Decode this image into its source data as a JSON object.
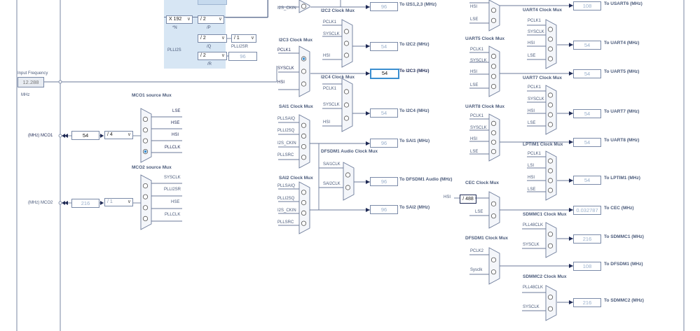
{
  "input_frequency": {
    "label": "Input Frequency",
    "value": "12.288",
    "unit": "MHz"
  },
  "plli2s": {
    "label": "PLLI2S",
    "n_value": "X 192",
    "n_label": "*N",
    "p_value": "/ 2",
    "p_label": "/P",
    "q_value": "/ 2",
    "q_label": "/Q",
    "r_value": "/ 2",
    "r_label": "/R",
    "i2sr_div": "/ 1",
    "i2sr_label": "PLLI2SR",
    "r_out": "96"
  },
  "i2s_top": {
    "input": "I2S_CKIN",
    "value": "96",
    "output": "To I2S1,2,3 (MHz)"
  },
  "i2c2": {
    "title": "I2C2 Clock Mux",
    "inputs": [
      "PCLK1",
      "SYSCLK",
      "HSI"
    ],
    "value": "54",
    "output": "To I2C2 (MHz)"
  },
  "i2c3": {
    "title": "I2C3 Clock Mux",
    "inputs": [
      "PCLK1",
      "SYSCLK",
      "HSI"
    ],
    "value": "54",
    "output": "To I2C3 (MHz)"
  },
  "i2c4": {
    "title": "I2C4 Clock Mux",
    "inputs": [
      "PCLK1",
      "SYSCLK",
      "HSI"
    ],
    "value": "54",
    "output": "To I2C4 (MHz)"
  },
  "sai1": {
    "title": "SAI1 Clock Mux",
    "inputs": [
      "PLLSAIQ",
      "PLLI2SQ",
      "I2S_CKIN",
      "PLLSRC"
    ],
    "value": "96",
    "output": "To SAI1 (MHz)"
  },
  "dfsdm1_audio": {
    "title": "DFSDM1 Audio Clock Mux",
    "inputs": [
      "SAI1CLK",
      "SAI2CLK"
    ],
    "value": "96",
    "output": "To DFSDM1 Audio (MHz)"
  },
  "sai2": {
    "title": "SAI2 Clock Mux",
    "inputs": [
      "PLLSAIQ",
      "PLLI2SQ",
      "I2S_CKIN",
      "PLLSRC"
    ],
    "value": "96",
    "output": "To SAI2 (MHz)"
  },
  "mco1": {
    "title": "MCO1 source Mux",
    "inputs": [
      "LSE",
      "HSE",
      "HSI",
      "PLLCLK"
    ],
    "pin": "(MHz) MCO1",
    "value": "54",
    "div": "/ 4"
  },
  "mco2": {
    "title": "MCO2 source Mux",
    "inputs": [
      "SYSCLK",
      "PLLI2SR",
      "HSE",
      "PLLCLK"
    ],
    "pin": "(MHz) MCO2",
    "value": "216",
    "div": "/ 1"
  },
  "usart6": {
    "inputs": [
      "HSI",
      "LSE"
    ],
    "value": "108",
    "output": "To USART6 (MHz)"
  },
  "uart4": {
    "title": "UART4 Clock Mux",
    "inputs": [
      "PCLK1",
      "SYSCLK",
      "HSI",
      "LSE"
    ],
    "value": "54",
    "output": "To UART4 (MHz)"
  },
  "uart5": {
    "title": "UART5 Clock Mux",
    "inputs": [
      "PCLK1",
      "SYSCLK",
      "HSI",
      "LSE"
    ],
    "value": "54",
    "output": "To UART5 (MHz)"
  },
  "uart7": {
    "title": "UART7 Clock Mux",
    "inputs": [
      "PCLK1",
      "SYSCLK",
      "HSI",
      "LSE"
    ],
    "value": "54",
    "output": "To UART7 (MHz)"
  },
  "uart8": {
    "title": "UART8 Clock Mux",
    "inputs": [
      "PCLK1",
      "SYSCLK",
      "HSI",
      "LSE"
    ],
    "value": "54",
    "output": "To UART8 (MHz)"
  },
  "lptim1": {
    "title": "LPTIM1 Clock Mux",
    "inputs": [
      "PCLK1",
      "LSI",
      "HSI",
      "LSE"
    ],
    "value": "54",
    "output": "To LPTIM1 (MHz)"
  },
  "cec": {
    "title": "CEC Clock Mux",
    "hsi": "HSI",
    "div": "/ 488",
    "inputs": [
      "LSE"
    ],
    "value": "0.032787",
    "output": "To CEC (MHz)"
  },
  "sdmmc1": {
    "title": "SDMMC1 Clock Mux",
    "inputs": [
      "PLL48CLK",
      "SYSCLK"
    ],
    "value": "216",
    "output": "To SDMMC1 (MHz)"
  },
  "dfsdm1": {
    "title": "DFSDM1 Clock Mux",
    "inputs": [
      "PCLK2",
      "Sysclk"
    ],
    "value": "108",
    "output": "To DFSDM1 (MHz)"
  },
  "sdmmc2": {
    "title": "SDMMC2 Clock Mux",
    "inputs": [
      "PLL48CLK",
      "SYSCLK"
    ],
    "value": "216",
    "output": "To SDMMC2 (MHz)"
  },
  "colors": {
    "line": "#6b7a99",
    "dark": "#1f2a55",
    "pll_bg": "#d7e6f4",
    "mux_fill": "#f4f6fa",
    "select": "#3b8fd0"
  }
}
